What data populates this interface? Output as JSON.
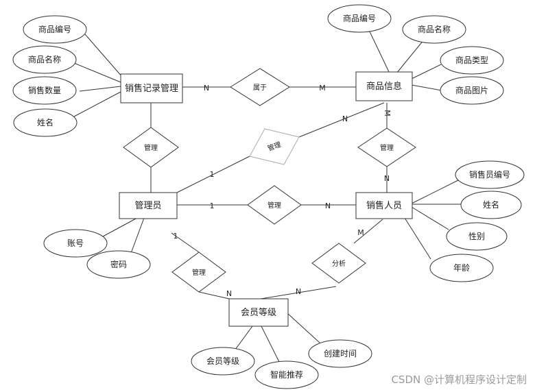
{
  "entities": {
    "sales_record": "销售记录管理",
    "product_info": "商品信息",
    "admin": "管理员",
    "salesperson": "销售人员",
    "member_level": "会员等级"
  },
  "attributes": {
    "sales_record": [
      "商品编号",
      "商品名称",
      "销售数量",
      "姓名"
    ],
    "product_info": [
      "商品编号",
      "商品名称",
      "商品类型",
      "商品图片"
    ],
    "salesperson": [
      "销售员编号",
      "姓名",
      "性别",
      "年龄"
    ],
    "admin": [
      "账号",
      "密码"
    ],
    "member_level": [
      "会员等级",
      "智能推荐",
      "创建时间"
    ]
  },
  "relationships": {
    "belongs": "属于",
    "manage_records": "管理",
    "manage_products": "管理",
    "manage_salesperson_from_product": "管理",
    "manage_salesperson": "管理",
    "manage_members": "管理",
    "analyze": "分析"
  },
  "cardinalities": {
    "records_belongs": "N",
    "belongs_product": "M",
    "admin_manage_products": "1",
    "manage_products_product": "N",
    "product_manage_sp": "M",
    "manage_sp_salesperson": "N",
    "admin_manage_sp": "1",
    "manage_sp_salesperson2": "N",
    "admin_manage_members": "1",
    "manage_members_member": "N",
    "analyze_member": "N",
    "salesperson_analyze": "M"
  },
  "watermark": "CSDN @计算机程序设计定制"
}
